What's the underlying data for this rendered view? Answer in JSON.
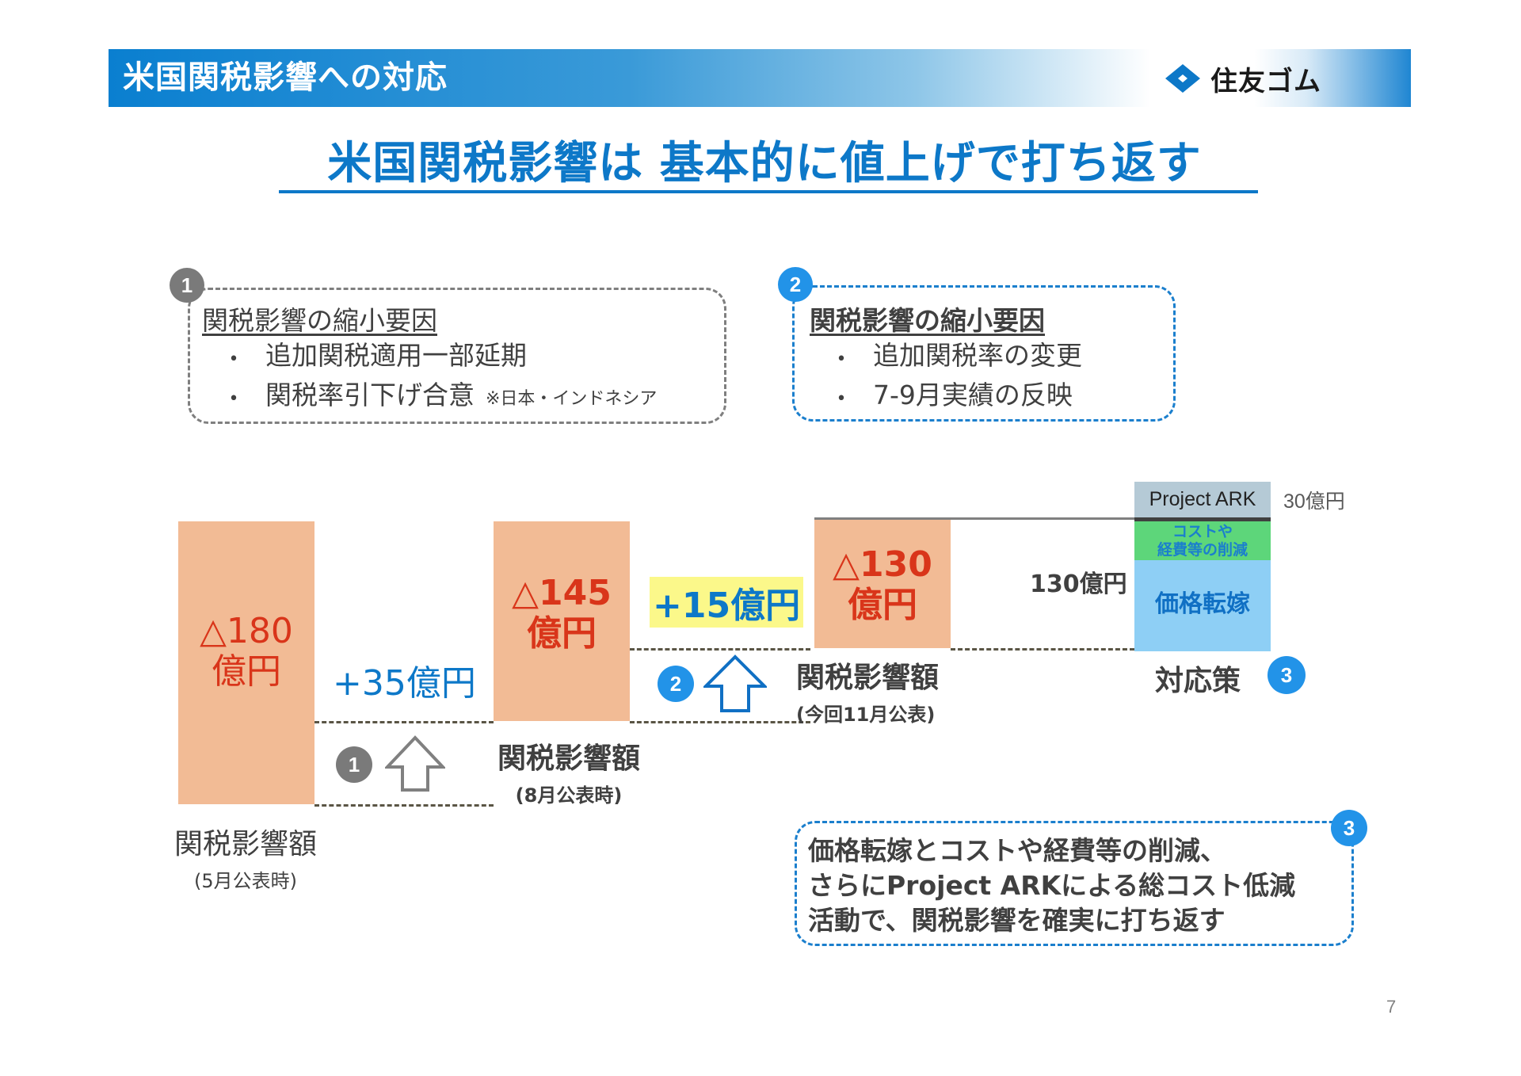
{
  "header": {
    "title": "米国関税影響への対応",
    "company_logo_text": "住友ゴム",
    "brand_color": "#0d78c8"
  },
  "main_title": "米国関税影響は 基本的に値上げで打ち返す",
  "callouts": [
    {
      "badge": "1",
      "heading": "関税影響の縮小要因",
      "items": [
        "追加関税適用一部延期",
        "関税率引下げ合意"
      ],
      "note": "※日本・インドネシア",
      "bullet": "•"
    },
    {
      "badge": "2",
      "heading": "関税影響の縮小要因",
      "items": [
        "追加関税率の変更",
        "7-9月実績の反映"
      ],
      "bullet": "•"
    },
    {
      "badge": "3",
      "lines": [
        "価格転嫁とコストや経費等の削減、",
        "さらにProject ARKによる総コスト低減",
        "活動で、関税影響を確実に打ち返す"
      ]
    }
  ],
  "chart_data": {
    "type": "waterfall",
    "title": "米国関税影響は 基本的に値上げで打ち返す",
    "unit": "億円",
    "categories": [
      "関税影響額 (5月公表時)",
      "縮小要因①",
      "関税影響額 (8月公表時)",
      "縮小要因②",
      "関税影響額 (今回11月公表)",
      "対応策③"
    ],
    "values": [
      -180,
      35,
      -145,
      15,
      -130,
      130
    ],
    "bars": [
      {
        "label_delta": "△180",
        "label_unit": "億円",
        "value": -180,
        "caption": "関税影響額",
        "sub_caption": "(5月公表時)"
      },
      {
        "label_delta": "△145",
        "label_unit": "億円",
        "value": -145,
        "caption": "関税影響額",
        "sub_caption": "(8月公表時)"
      },
      {
        "label_delta": "△130",
        "label_unit": "億円",
        "value": -130,
        "caption": "関税影響額",
        "sub_caption": "(今回11月公表)"
      }
    ],
    "steps": [
      {
        "label": "+35億円",
        "value": 35,
        "badge": "1"
      },
      {
        "label": "+15億円",
        "value": 15,
        "badge": "2",
        "highlight": true
      }
    ],
    "countermeasure": {
      "caption": "対応策",
      "badge": "3",
      "total_label": "130億円",
      "total_value": 130,
      "segments": [
        {
          "label": "Project ARK",
          "value": 30,
          "value_label": "30億円",
          "color": "#b5cad6"
        },
        {
          "label": "コストや経費等の削減",
          "line1": "コストや",
          "line2": "経費等の削減",
          "color": "#5dd67a"
        },
        {
          "label": "価格転嫁",
          "color": "#8ecff5"
        }
      ]
    },
    "colors": {
      "bar": "#f2bb95",
      "negative_text": "#d9351a",
      "step_text": "#0d78c8",
      "highlight": "#fbf88a"
    }
  },
  "page_number": "7"
}
